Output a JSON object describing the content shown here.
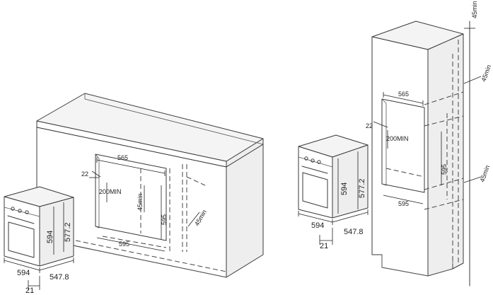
{
  "labels": {
    "left": {
      "cutout_width": "565",
      "gap": "22",
      "min_height": "200MIN",
      "vent": "45min",
      "cutout_height": "595",
      "cutout_bottom": "595",
      "side_vent": "45min",
      "oven_width": "594",
      "oven_height": "594",
      "oven_body_height": "577.2",
      "oven_depth": "547.8",
      "door_thickness": "21"
    },
    "right": {
      "top_vent": "45min",
      "side_vent_top": "45min",
      "cutout_width": "565",
      "gap": "22",
      "min_height": "200MIN",
      "cutout_height": "595",
      "cutout_bottom": "595",
      "side_vent_bottom": "45min",
      "oven_width": "594",
      "oven_height": "594",
      "oven_body_height": "577.2",
      "oven_depth": "547.8",
      "door_thickness": "21"
    }
  }
}
